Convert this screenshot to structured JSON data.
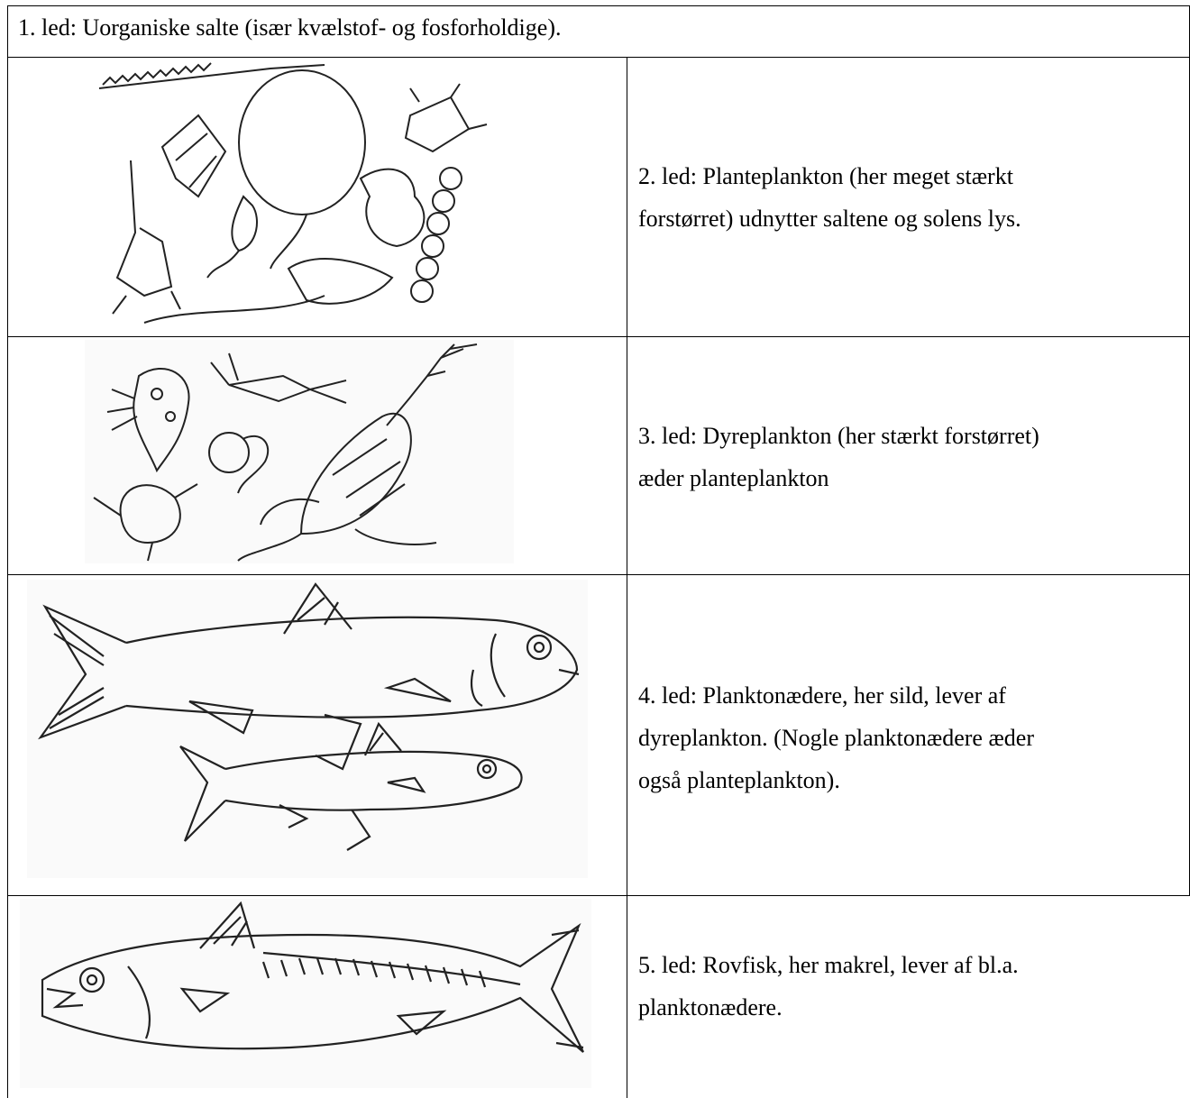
{
  "rows": {
    "r1": {
      "text": "1. led: Uorganiske salte (især kvælstof- og fosforholdige)."
    },
    "r2": {
      "line1": "2. led: Planteplankton (her meget stærkt",
      "line2": "forstørret) udnytter saltene og solens lys."
    },
    "r3": {
      "line1": "3. led: Dyreplankton (her stærkt forstørret)",
      "line2": "æder planteplankton"
    },
    "r4": {
      "line1": "4. led: Planktonædere, her sild, lever af",
      "line2": "dyreplankton. (Nogle planktonædere æder",
      "line3": "også planteplankton)."
    },
    "r5": {
      "line1": "5. led: Rovfisk, her makrel, lever af bl.a.",
      "line2": "planktonædere."
    }
  }
}
